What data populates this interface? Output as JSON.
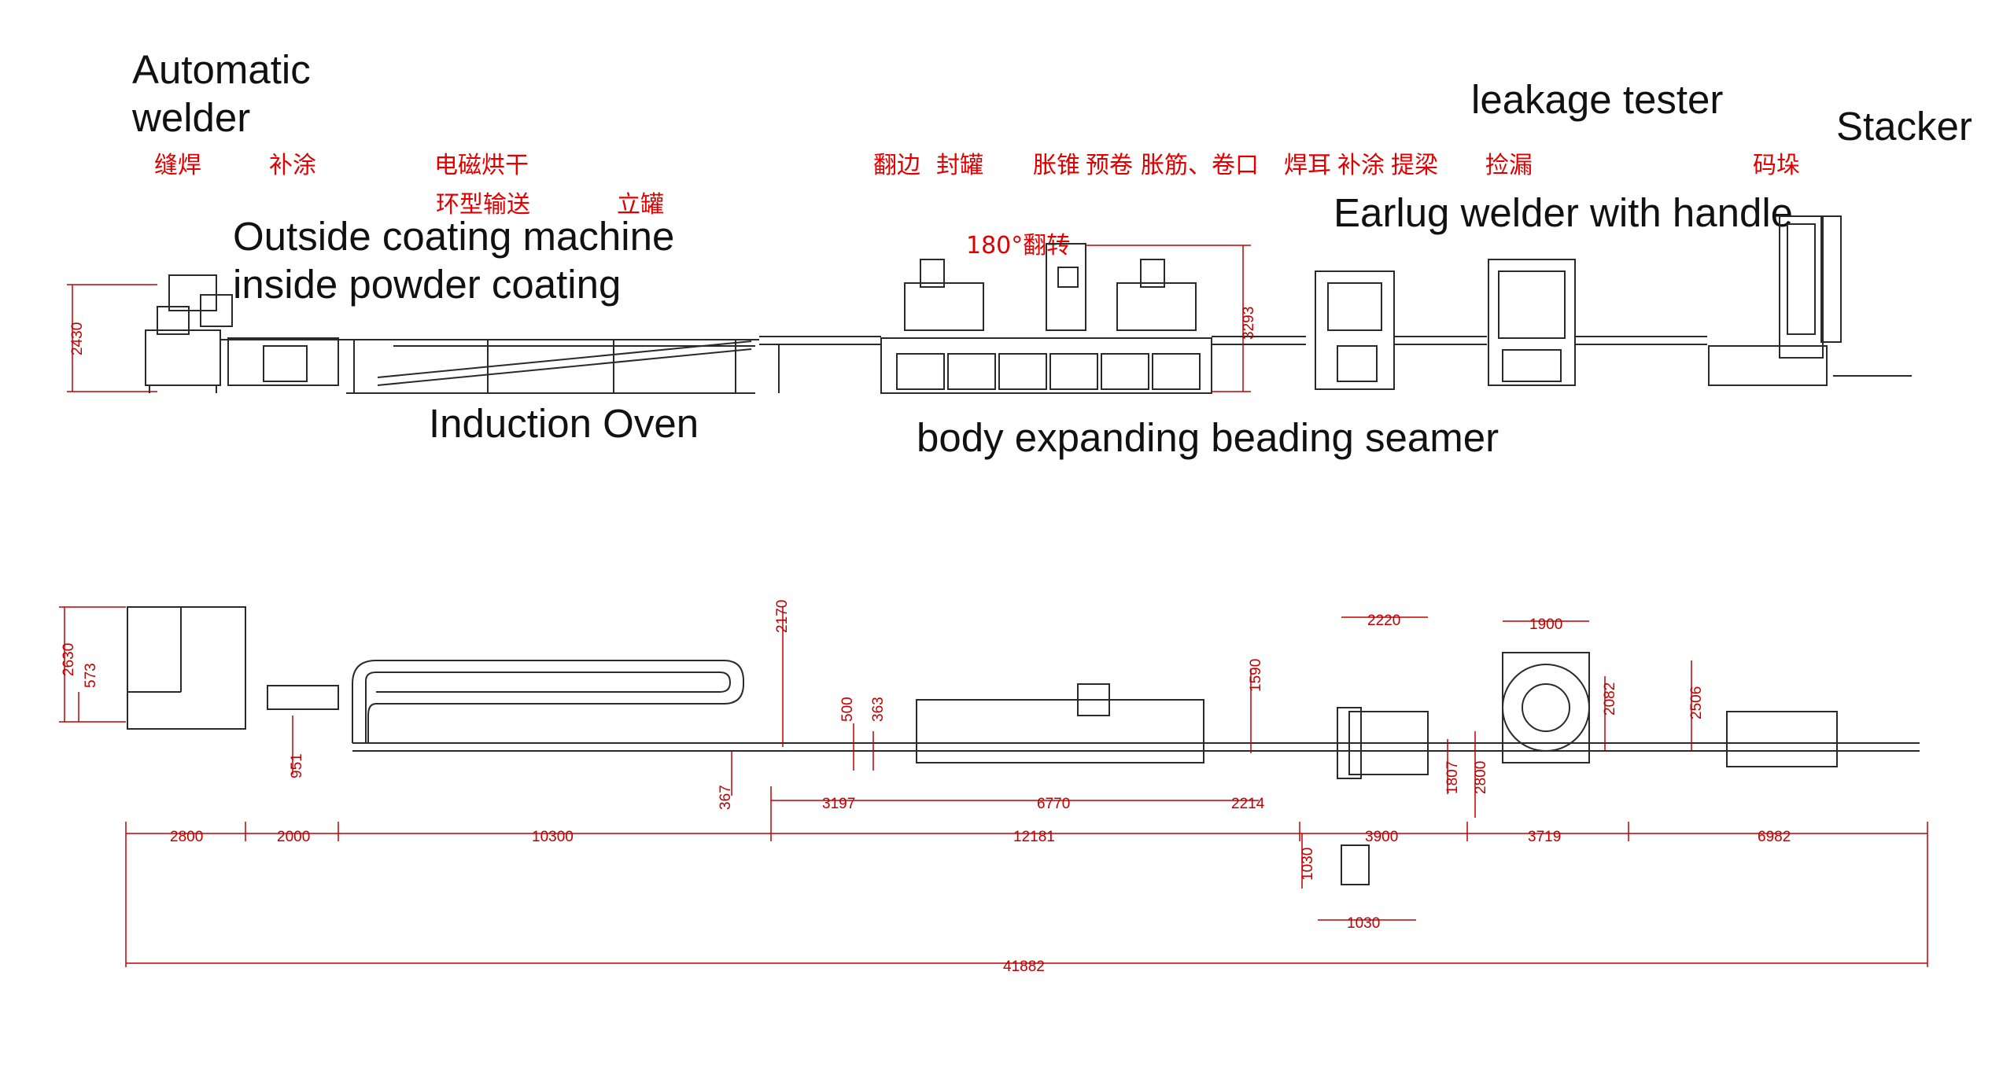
{
  "labels": {
    "automatic_welder": "Automatic\nwelder",
    "outside_coating": "Outside coating machine\ninside powder coating",
    "induction_oven": "Induction Oven",
    "body_expanding": "body expanding beading seamer",
    "leakage_tester": "leakage tester",
    "earlug_welder": "Earlug welder with handle",
    "stacker": "Stacker"
  },
  "cn_labels": {
    "seam_weld": "缝焊",
    "repair_coat": "补涂",
    "em_dry": "电磁烘干",
    "ring_convey": "环型输送",
    "upright": "立罐",
    "flange": "翻边",
    "seal": "封罐",
    "expand_cone": "胀锥",
    "pre_curl": "预卷",
    "bead_curl": "胀筋、卷口",
    "ear_weld": "焊耳",
    "repair_coat2": "补涂",
    "handle": "提梁",
    "leak_check": "捡漏",
    "stack": "码垛",
    "flip": "180°翻转"
  },
  "dimensions": {
    "elev_height_left": "2430",
    "elev_height_right": "3293",
    "plan_2630": "2630",
    "plan_573": "573",
    "plan_951": "951",
    "plan_2170": "2170",
    "plan_367": "367",
    "plan_500": "500",
    "plan_363": "363",
    "plan_1590": "1590",
    "plan_2220": "2220",
    "plan_1807": "1807",
    "plan_2800v": "2800",
    "plan_1900": "1900",
    "plan_2082": "2082",
    "plan_2506": "2506",
    "seg_2800": "2800",
    "seg_2000": "2000",
    "seg_10300": "10300",
    "seg_12181": "12181",
    "seg_3900": "3900",
    "seg_3719": "3719",
    "seg_6982": "6982",
    "sub_3197": "3197",
    "sub_6770": "6770",
    "sub_2214": "2214",
    "panel_1030v": "1030",
    "panel_1030h": "1030",
    "total": "41882"
  },
  "colors": {
    "line": "#2a2a2a",
    "dimension": "#c00000",
    "chinese_text": "#e00000"
  }
}
